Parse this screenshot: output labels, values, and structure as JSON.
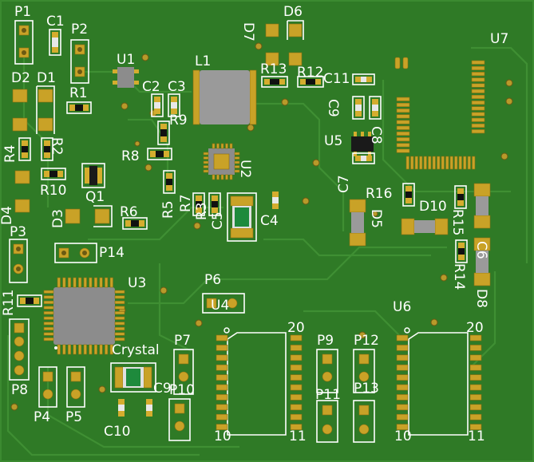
{
  "board": {
    "background": "#2f7a26",
    "silkscreen_color": "#ffffff",
    "pad_color": "#c9a227"
  },
  "labels": {
    "P1": "P1",
    "C1": "C1",
    "P2": "P2",
    "U1": "U1",
    "L1": "L1",
    "D7": "D7",
    "D6": "D6",
    "U7": "U7",
    "D2": "D2",
    "D1": "D1",
    "R1": "R1",
    "C2": "C2",
    "C3": "C3",
    "R13": "R13",
    "R12": "R12",
    "C11": "C11",
    "R9": "R9",
    "C9": "C9",
    "C8": "C8",
    "R4": "R4",
    "R2": "R2",
    "U5": "U5",
    "R8": "R8",
    "U2": "U2",
    "R10": "R10",
    "Q1": "Q1",
    "C7": "C7",
    "R16": "R16",
    "R5": "R5",
    "R7": "R7",
    "R3": "R3",
    "C5": "C5",
    "D10": "D10",
    "D4": "D4",
    "D3": "D3",
    "R6": "R6",
    "C4": "C4",
    "D5": "D5",
    "R15": "R15",
    "C6": "C6",
    "P3": "P3",
    "P14": "P14",
    "R14": "R14",
    "D8": "D8",
    "U3": "U3",
    "P6": "P6",
    "R11": "R11",
    "U4": "U4",
    "U6": "U6",
    "n20a": "20",
    "n20b": "20",
    "P7": "P7",
    "P9": "P9",
    "P12": "P12",
    "Crystal": "Crystal",
    "P8": "P8",
    "C9b": "C9",
    "P10": "P10",
    "P11": "P11",
    "P13": "P13",
    "P4": "P4",
    "P5": "P5",
    "C10": "C10",
    "n10a": "10",
    "n11a": "11",
    "n10b": "10",
    "n11b": "11"
  }
}
